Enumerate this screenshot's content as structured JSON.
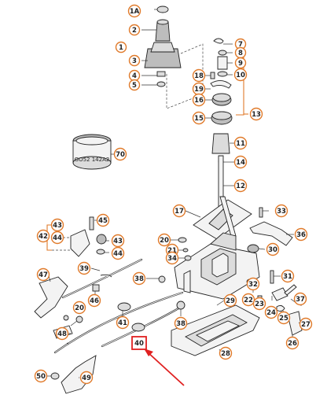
{
  "ring_part": {
    "text": "GO52 142A2"
  },
  "callouts": [
    {
      "id": "c1A",
      "label": "1A"
    },
    {
      "id": "c2",
      "label": "2"
    },
    {
      "id": "c1",
      "label": "1"
    },
    {
      "id": "c3",
      "label": "3"
    },
    {
      "id": "c4",
      "label": "4"
    },
    {
      "id": "c5",
      "label": "5"
    },
    {
      "id": "c7",
      "label": "7"
    },
    {
      "id": "c8",
      "label": "8"
    },
    {
      "id": "c9",
      "label": "9"
    },
    {
      "id": "c10",
      "label": "10"
    },
    {
      "id": "c18",
      "label": "18"
    },
    {
      "id": "c19",
      "label": "19"
    },
    {
      "id": "c16",
      "label": "16"
    },
    {
      "id": "c13",
      "label": "13"
    },
    {
      "id": "c15",
      "label": "15"
    },
    {
      "id": "c70",
      "label": "70"
    },
    {
      "id": "c11",
      "label": "11"
    },
    {
      "id": "c14",
      "label": "14"
    },
    {
      "id": "c12",
      "label": "12"
    },
    {
      "id": "c17",
      "label": "17"
    },
    {
      "id": "c33",
      "label": "33"
    },
    {
      "id": "c45",
      "label": "45"
    },
    {
      "id": "c43a",
      "label": "43"
    },
    {
      "id": "c42",
      "label": "42"
    },
    {
      "id": "c44a",
      "label": "44"
    },
    {
      "id": "c43b",
      "label": "43"
    },
    {
      "id": "c44b",
      "label": "44"
    },
    {
      "id": "c20a",
      "label": "20"
    },
    {
      "id": "c21",
      "label": "21"
    },
    {
      "id": "c34",
      "label": "34"
    },
    {
      "id": "c30",
      "label": "30"
    },
    {
      "id": "c36",
      "label": "36"
    },
    {
      "id": "c39",
      "label": "39"
    },
    {
      "id": "c38a",
      "label": "38"
    },
    {
      "id": "c47",
      "label": "47"
    },
    {
      "id": "c46",
      "label": "46"
    },
    {
      "id": "c31",
      "label": "31"
    },
    {
      "id": "c32",
      "label": "32"
    },
    {
      "id": "c29",
      "label": "29"
    },
    {
      "id": "c22",
      "label": "22"
    },
    {
      "id": "c23",
      "label": "23"
    },
    {
      "id": "c20b",
      "label": "20"
    },
    {
      "id": "c37",
      "label": "37"
    },
    {
      "id": "c41",
      "label": "41"
    },
    {
      "id": "c38b",
      "label": "38"
    },
    {
      "id": "c24",
      "label": "24"
    },
    {
      "id": "c25",
      "label": "25"
    },
    {
      "id": "c27",
      "label": "27"
    },
    {
      "id": "c48",
      "label": "48"
    },
    {
      "id": "c40",
      "label": "40"
    },
    {
      "id": "c26",
      "label": "26"
    },
    {
      "id": "c28",
      "label": "28"
    },
    {
      "id": "c50",
      "label": "50"
    },
    {
      "id": "c49",
      "label": "49"
    }
  ],
  "colors": {
    "callout_border": "#e07a2a",
    "highlight_arrow": "#e02020"
  }
}
